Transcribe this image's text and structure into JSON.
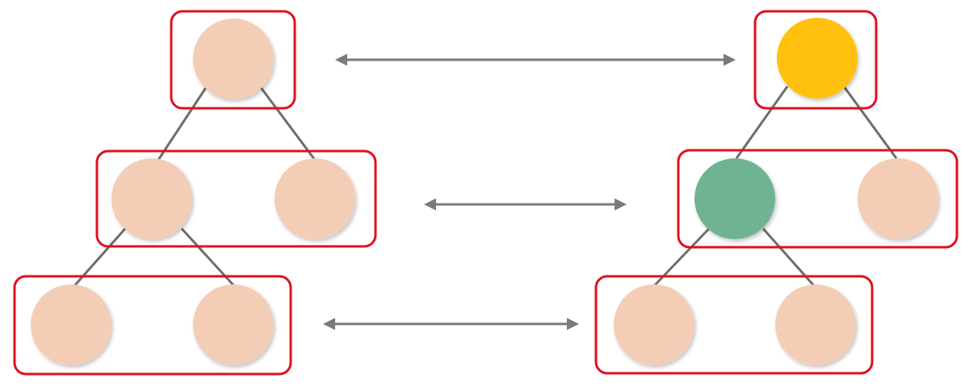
{
  "colors": {
    "node_default": "#f4cdb7",
    "node_highlight_root": "#ffc107",
    "node_highlight_child": "#6fb394",
    "level_box": "#e0101e",
    "edge": "#6d6d6d",
    "arrow": "#7a7a7a"
  },
  "trees": [
    {
      "id": "left-tree",
      "levels": [
        {
          "node_count": 1,
          "node_colors": [
            "node_default"
          ]
        },
        {
          "node_count": 2,
          "node_colors": [
            "node_default",
            "node_default"
          ]
        },
        {
          "node_count": 2,
          "node_colors": [
            "node_default",
            "node_default"
          ]
        }
      ]
    },
    {
      "id": "right-tree",
      "levels": [
        {
          "node_count": 1,
          "node_colors": [
            "node_highlight_root"
          ]
        },
        {
          "node_count": 2,
          "node_colors": [
            "node_highlight_child",
            "node_default"
          ]
        },
        {
          "node_count": 2,
          "node_colors": [
            "node_default",
            "node_default"
          ]
        }
      ]
    }
  ],
  "arrows": [
    {
      "connects_level": 1,
      "direction": "both"
    },
    {
      "connects_level": 2,
      "direction": "both"
    },
    {
      "connects_level": 3,
      "direction": "both"
    }
  ]
}
